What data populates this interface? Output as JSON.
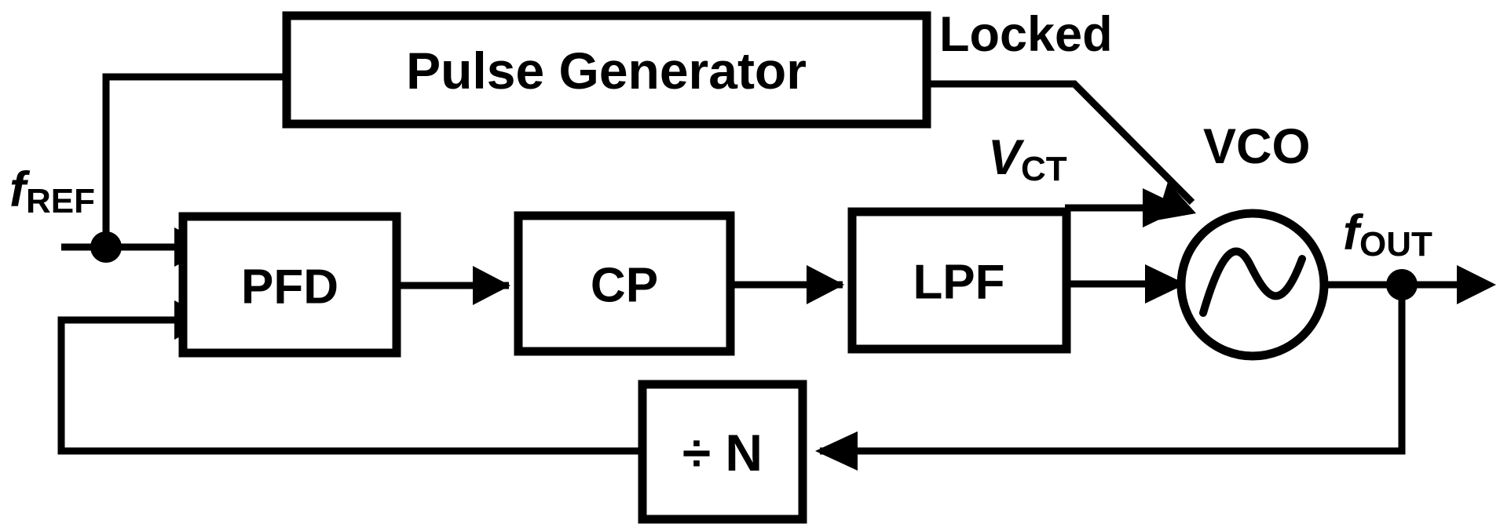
{
  "diagram": {
    "title": "Phase-Locked Loop block diagram with pulse generator",
    "type": "block-diagram",
    "background_color": "#ffffff",
    "line_color": "#000000"
  },
  "blocks": {
    "pulse_generator": {
      "label": "Pulse Generator"
    },
    "pfd": {
      "label": "PFD"
    },
    "cp": {
      "label": "CP"
    },
    "lpf": {
      "label": "LPF"
    },
    "divider": {
      "label": "÷ N",
      "symbol": "÷",
      "value": "N"
    },
    "vco": {
      "label": "VCO",
      "symbol": "sine-wave"
    }
  },
  "signals": {
    "f_ref": {
      "base": "f",
      "sub": "REF"
    },
    "f_out": {
      "base": "f",
      "sub": "OUT"
    },
    "v_ct": {
      "base": "V",
      "sub": "CT"
    },
    "locked": {
      "label": "Locked"
    }
  },
  "icons": {
    "sine_wave": "sine-wave-icon",
    "divide": "divide-icon",
    "arrow": "arrowhead-icon",
    "junction": "junction-dot-icon"
  }
}
